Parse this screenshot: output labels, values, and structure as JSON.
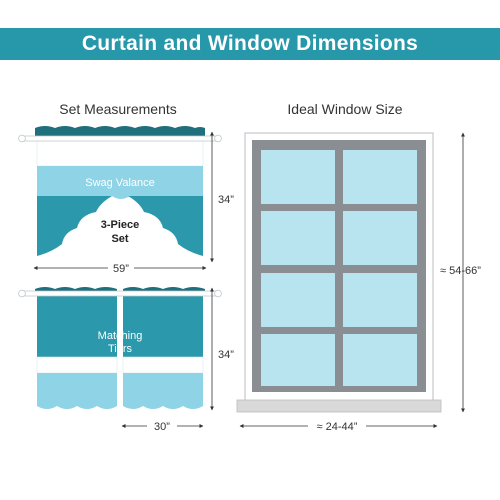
{
  "header": {
    "title": "Curtain and Window Dimensions"
  },
  "left_panel": {
    "title": "Set Measurements",
    "valance_label": "Swag Valance",
    "set_label_line1": "3-Piece",
    "set_label_line2": "Set",
    "valance_width": "59”",
    "valance_height": "34”",
    "tiers_label_line1": "Matching",
    "tiers_label_line2": "Tiers",
    "tiers_height": "34”",
    "tier_width": "30”"
  },
  "right_panel": {
    "title": "Ideal Window Size",
    "window_height": "≈ 54-66”",
    "window_width": "≈ 24-44”"
  },
  "colors": {
    "banner": "#2797aa",
    "dark_teal": "#1f6f7d",
    "teal": "#2b98ab",
    "light_blue": "#8fd3e6",
    "pale_blue": "#b7e3ee",
    "window_frame": "#8a8d92",
    "window_sill": "#d9d9d9",
    "glass": "#b8e4ef"
  }
}
